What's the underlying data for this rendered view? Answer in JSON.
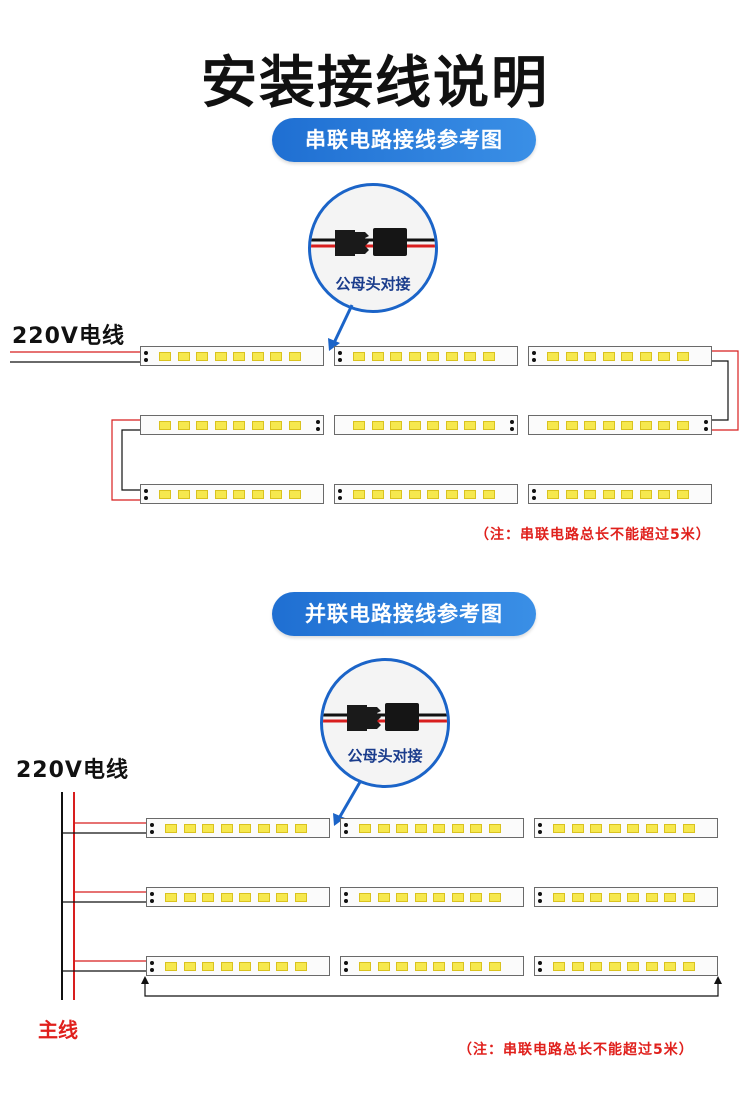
{
  "page": {
    "title": "安装接线说明",
    "section_series": {
      "heading": "串联电路接线参考图",
      "voltage_label": "220V电线",
      "connector_label": "公母头对接",
      "note": "（注：串联电路总长不能超过5米）"
    },
    "section_parallel": {
      "heading": "并联电路接线参考图",
      "voltage_label": "220V电线",
      "connector_label": "公母头对接",
      "main_line_label": "主线",
      "note": "（注：串联电路总长不能超过5米）"
    }
  },
  "colors": {
    "wire_red": "#d81e1e",
    "wire_black": "#111111",
    "pill_blue": "#2a7fdc",
    "note_red": "#e0201c",
    "led_yellow": "#f6e84e"
  }
}
